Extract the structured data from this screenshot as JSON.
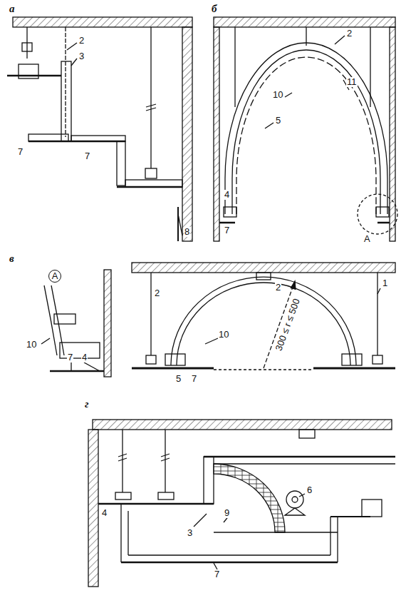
{
  "diagram": {
    "labels": [
      "а",
      "2",
      "3",
      "7",
      "7",
      "8",
      "б",
      "2",
      "10",
      "11",
      "5",
      "7",
      "4",
      "A",
      "в",
      "A",
      "10",
      "7",
      "4",
      "2",
      "2",
      "1",
      "300 ≤ r ≤ 500",
      "10",
      "5",
      "7",
      "г",
      "3",
      "9",
      "6",
      "4",
      "7"
    ]
  }
}
